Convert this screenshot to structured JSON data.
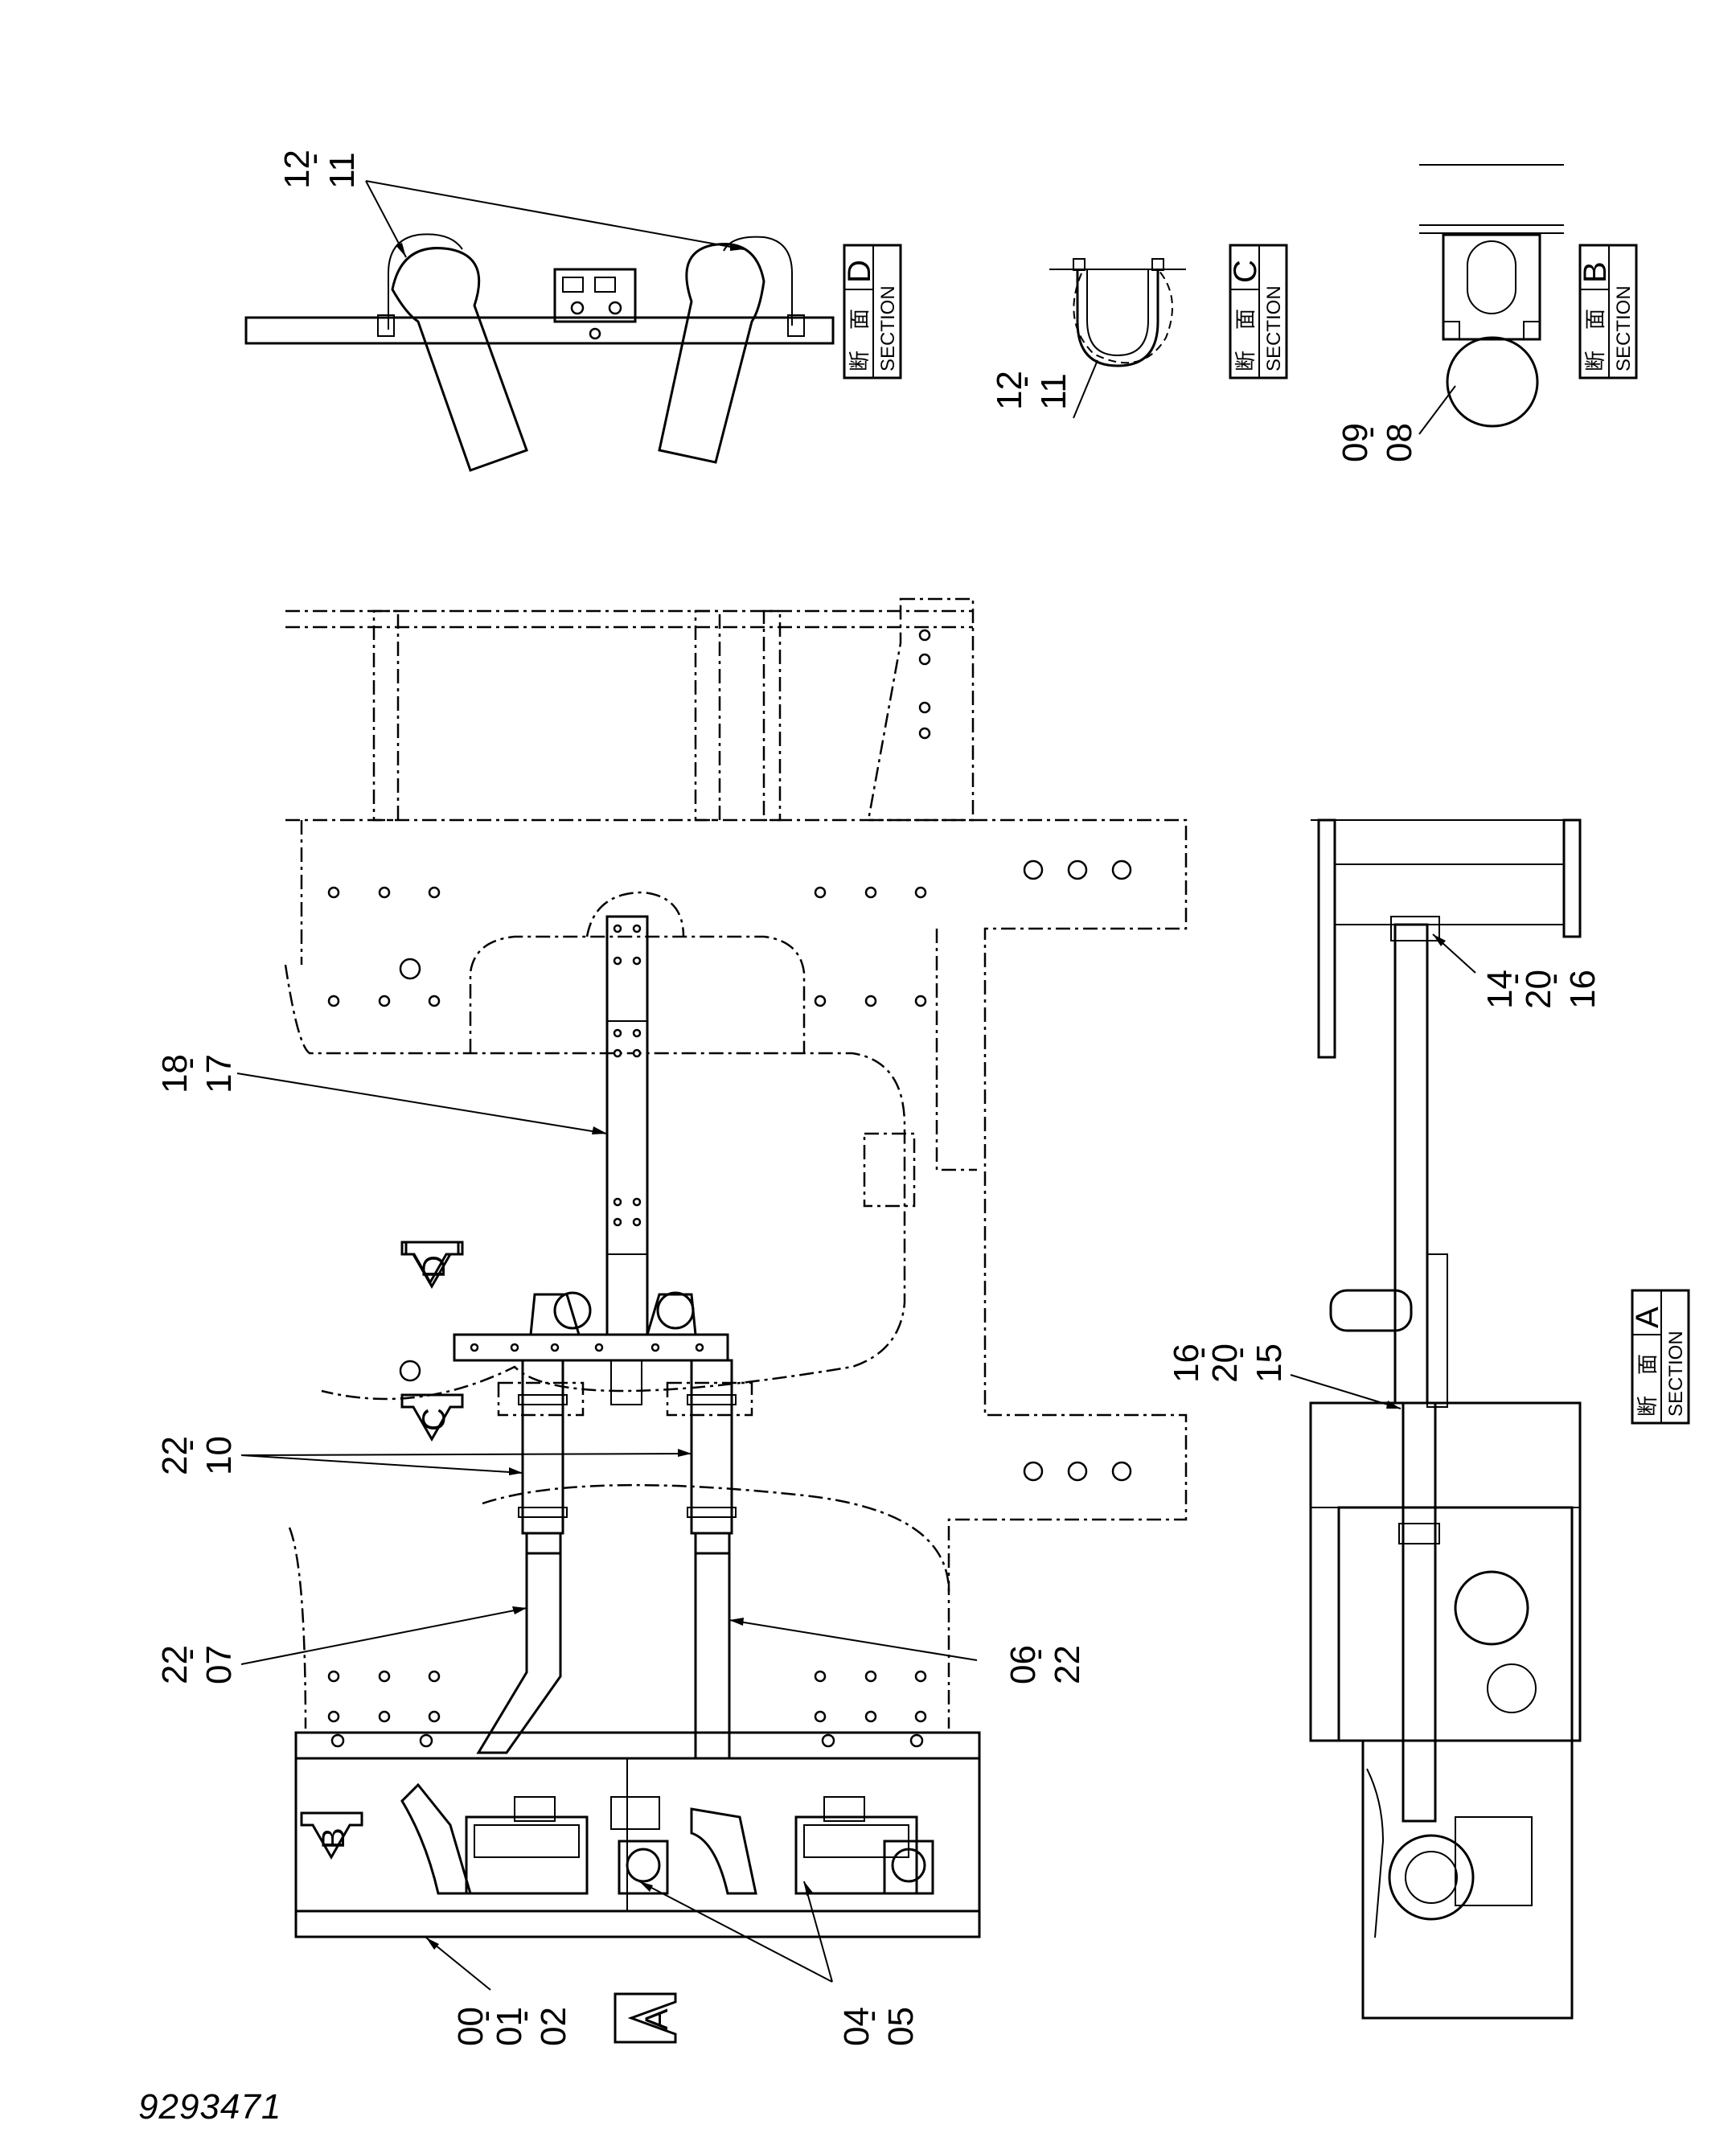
{
  "drawing_number": "9293471",
  "sections": [
    {
      "id": "D",
      "kanji": "断　面",
      "label": "SECTION",
      "letter": "D"
    },
    {
      "id": "C",
      "kanji": "断　面",
      "label": "SECTION",
      "letter": "C"
    },
    {
      "id": "B",
      "kanji": "断　面",
      "label": "SECTION",
      "letter": "B"
    },
    {
      "id": "A",
      "kanji": "断　面",
      "label": "SECTION",
      "letter": "A"
    }
  ],
  "callouts": {
    "d_12_11": [
      "12",
      "11"
    ],
    "c_12_11": [
      "12",
      "11"
    ],
    "b_09_08": [
      "09",
      "08"
    ],
    "a_14_20_16": [
      "14",
      "20",
      "16"
    ],
    "a_16_20_15": [
      "16",
      "20",
      "15"
    ],
    "main_18_17": [
      "18",
      "17"
    ],
    "main_22_10": [
      "22",
      "10"
    ],
    "main_22_07": [
      "22",
      "07"
    ],
    "main_06_22": [
      "06",
      "22"
    ],
    "main_00_01_02": [
      "00",
      "01",
      "02"
    ],
    "main_04_05": [
      "04",
      "05"
    ]
  },
  "view_arrows": {
    "D": "D",
    "C": "C",
    "B": "B",
    "A": "A"
  }
}
